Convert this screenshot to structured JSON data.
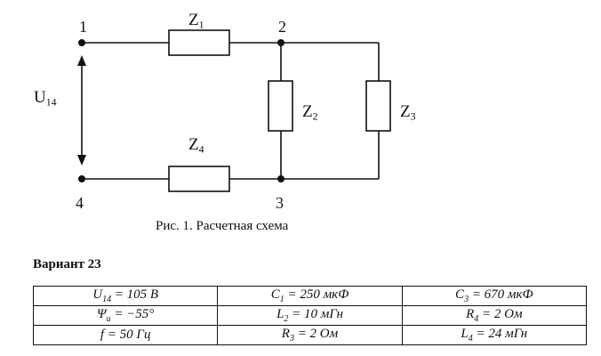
{
  "diagram": {
    "nodes": {
      "n1": "1",
      "n2": "2",
      "n3": "3",
      "n4": "4"
    },
    "impedances": {
      "z1": "Z1",
      "z2": "Z2",
      "z3": "Z3",
      "z4": "Z4"
    },
    "source": "U14"
  },
  "caption": "Рис. 1. Расчетная схема",
  "variant_title": "Вариант 23",
  "params_table": {
    "rows": [
      [
        "U14 = 105 B",
        "C1 = 250 мкФ",
        "C3 = 670 мкФ"
      ],
      [
        "Ψu = −55°",
        "L2 = 10 мГн",
        "R4 = 2 Ом"
      ],
      [
        "f = 50 Гц",
        "R3 = 2 Ом",
        "L4 = 24 мГн"
      ]
    ]
  }
}
